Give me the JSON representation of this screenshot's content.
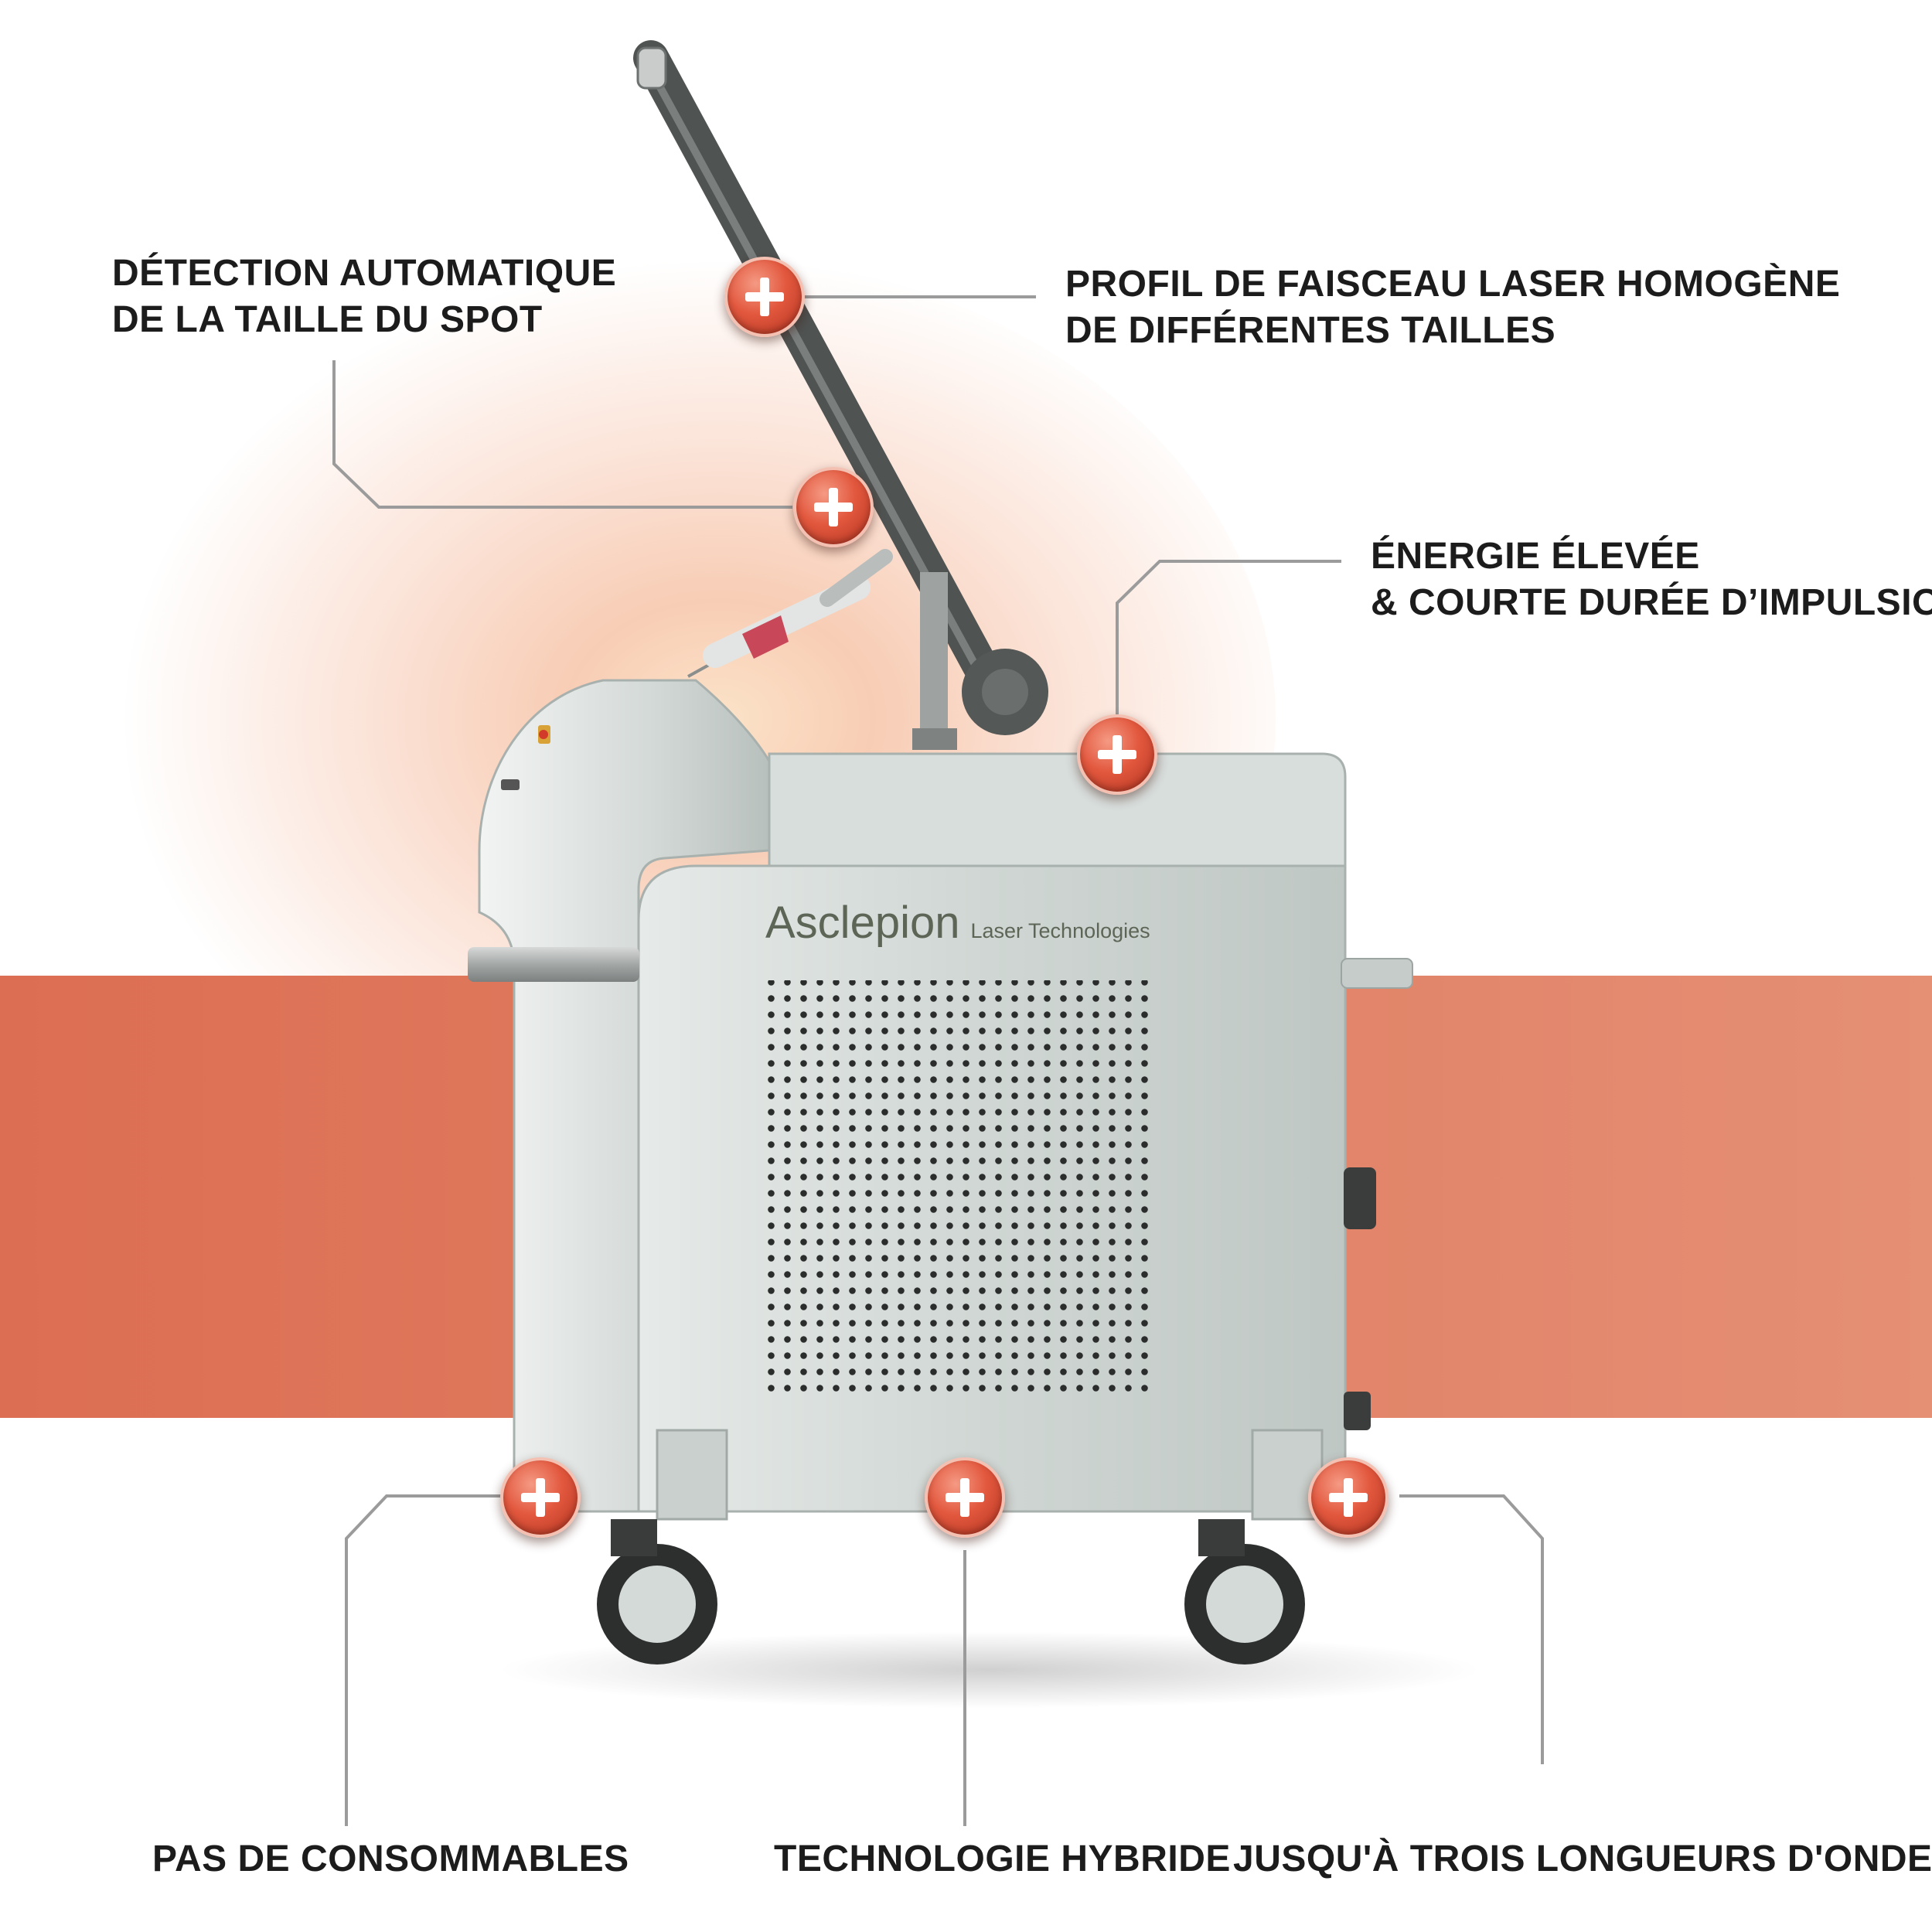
{
  "brand": {
    "name": "Asclepion",
    "tagline": "Laser Technologies"
  },
  "callouts": [
    {
      "id": "spot",
      "lines": [
        "DÉTECTION AUTOMATIQUE",
        "DE LA TAILLE DU SPOT"
      ]
    },
    {
      "id": "beam",
      "lines": [
        "PROFIL DE FAISCEAU LASER HOMOGÈNE",
        "DE DIFFÉRENTES TAILLES"
      ]
    },
    {
      "id": "energy",
      "lines": [
        "ÉNERGIE ÉLEVÉE",
        "& COURTE DURÉE D’IMPULSION"
      ]
    },
    {
      "id": "consumables",
      "lines": [
        "PAS DE CONSOMMABLES"
      ]
    },
    {
      "id": "hybrid",
      "lines": [
        "TECHNOLOGIE HYBRIDE"
      ]
    },
    {
      "id": "wavelengths",
      "lines": [
        "JUSQU'À TROIS LONGUEURS D'ONDE"
      ]
    }
  ],
  "colors": {
    "accent_band": "#e07e62",
    "marker": "#e2583e",
    "text": "#1c1c1c",
    "machine_body": "#cfd6d3"
  },
  "icons": {
    "marker": "plus-circle-icon"
  }
}
